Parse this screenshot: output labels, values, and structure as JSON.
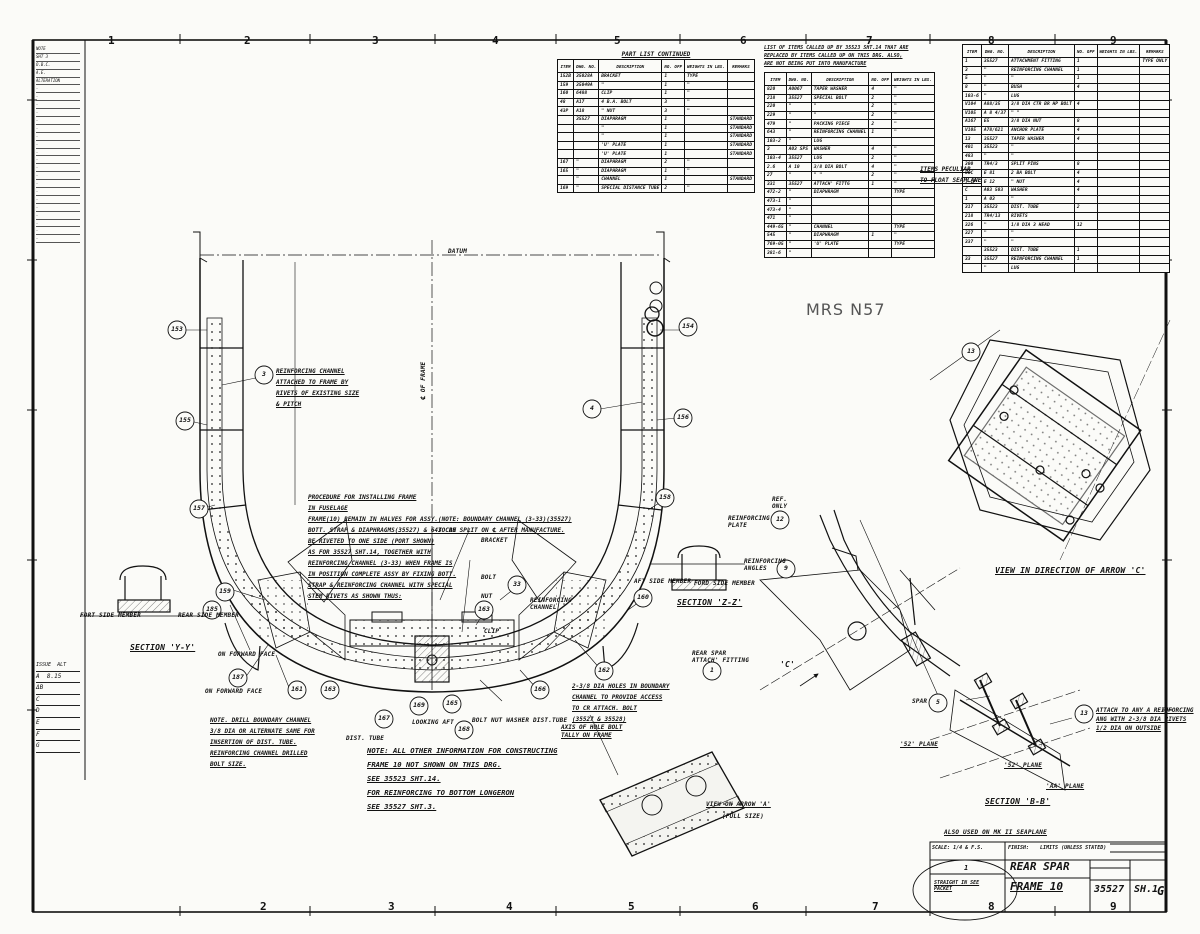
{
  "grid_numbers": [
    "1",
    "2",
    "3",
    "4",
    "5",
    "6",
    "7",
    "8",
    "9"
  ],
  "parts_list_continued": {
    "title": "PART LIST CONTINUED",
    "headers": [
      "ITEM",
      "DWG. NO.",
      "DESCRIPTION",
      "NO. OFF",
      "WEIGHTS IN LBS.",
      "REMARKS"
    ],
    "rows": [
      [
        "152B",
        "35028A",
        "BRACKET",
        "1",
        "TYPE",
        ""
      ],
      [
        "159",
        "35049A",
        "\"",
        "1",
        "\"",
        ""
      ],
      [
        "160",
        "6488",
        "CLIP",
        "1",
        "\"",
        ""
      ],
      [
        "48",
        "A17",
        "4 B.A. BOLT",
        "3",
        "\"",
        ""
      ],
      [
        "43P",
        "A18",
        "\" NUT",
        "3",
        "\"",
        ""
      ],
      [
        "",
        "35527",
        "DIAPHRAGM",
        "1",
        "",
        "STANDARD"
      ],
      [
        "",
        "",
        "\"",
        "1",
        "",
        "STANDARD"
      ],
      [
        "",
        "",
        "\"",
        "1",
        "",
        "STANDARD"
      ],
      [
        "",
        "",
        "'U' PLATE",
        "1",
        "",
        "STANDARD"
      ],
      [
        "",
        "",
        "'U' PLATE",
        "1",
        "",
        "STANDARD"
      ],
      [
        "167",
        "\"",
        "DIAPHRAGM",
        "2",
        "\"",
        ""
      ],
      [
        "165",
        "\"",
        "DIAPHRAGM",
        "1",
        "\"",
        ""
      ],
      [
        "",
        "\"",
        "CHANNEL",
        "1",
        "",
        "STANDARD"
      ],
      [
        "169",
        "\"",
        "SPECIAL DISTANCE TUBE",
        "2",
        "\"",
        ""
      ]
    ]
  },
  "list_of_items_note": "LIST OF ITEMS CALLED UP BY 35523 SHT.14 THAT ARE REPLACED BY ITEMS CALLED UP ON THIS DRG. ALSO, ARE NOT BEING PUT INTO MANUFACTURE",
  "list_of_items": {
    "headers": [
      "ITEM",
      "DWG. NO.",
      "DESCRIPTION",
      "NO. OFF",
      "WEIGHTS IN LBS."
    ],
    "rows": [
      [
        "820",
        "A0067",
        "TAPER WASHER",
        "4",
        "\""
      ],
      [
        "218",
        "35527",
        "SPECIAL BOLT",
        "2",
        "\""
      ],
      [
        "220",
        "\"",
        "\"",
        "2",
        "\""
      ],
      [
        "229",
        "\"",
        "\"",
        "2",
        "\""
      ],
      [
        "479",
        "\"",
        "PACKING PIECE",
        "2",
        "\""
      ],
      [
        "643",
        "\"",
        "REINFORCING CHANNEL",
        "1",
        "\""
      ],
      [
        "103-2",
        "\"",
        "LUG",
        "",
        ""
      ],
      [
        "3",
        "A03 SPS",
        "WASHER",
        "4",
        "\""
      ],
      [
        "103-4",
        "35527",
        "LUG",
        "2",
        "\""
      ],
      [
        "2.6",
        "A 10",
        "3/8 DIA BOLT",
        "4",
        "\""
      ],
      [
        "27",
        "\"",
        "\" \"",
        "2",
        "\""
      ],
      [
        "331",
        "35527",
        "ATTACH' FITTG",
        "1",
        "\""
      ],
      [
        "472-2",
        "\"",
        "DIAPHRAGM",
        "",
        "TYPE"
      ],
      [
        "473-1",
        "\"",
        "",
        "",
        ""
      ],
      [
        "473-4",
        "\"",
        "",
        "",
        ""
      ],
      [
        "471",
        "\"",
        "",
        "",
        ""
      ],
      [
        "449-65",
        "\"",
        "CHANNEL",
        "",
        "TYPE"
      ],
      [
        "545",
        "\"",
        "DIAPHRAGM",
        "1",
        "\""
      ],
      [
        "769-05",
        "\"",
        "'U' PLATE",
        "",
        "TYPE"
      ],
      [
        "381-6",
        "\"",
        "",
        "",
        ""
      ]
    ]
  },
  "main_parts_list": {
    "headers": [
      "ITEM",
      "DWG. NO.",
      "DESCRIPTION",
      "NO. OFF",
      "WEIGHTS IN LBS.",
      "REMARKS"
    ],
    "rows": [
      [
        "1",
        "35527",
        "ATTACHMENT FITTING",
        "1",
        "",
        "TYPE ONLY"
      ],
      [
        "3",
        "\"",
        "REINFORCING CHANNEL",
        "1",
        "",
        ""
      ],
      [
        "5",
        "\"",
        "\"",
        "1",
        "",
        ""
      ],
      [
        "8",
        "\"",
        "BUSH",
        "4",
        "",
        ""
      ],
      [
        "103-6",
        "\"",
        "LUG",
        "",
        "",
        ""
      ],
      [
        "V104",
        "A88/35",
        "3/8 DIA CTR BR HP BOLT",
        "4",
        "",
        ""
      ],
      [
        "V105",
        "A 8 4/37",
        "\" \"",
        "",
        "",
        ""
      ],
      [
        "A167",
        "E5",
        "3/8 DIA NUT",
        "8",
        "",
        ""
      ],
      [
        "V105",
        "A78/621",
        "ANCHOR PLATE",
        "4",
        "",
        ""
      ],
      [
        "13",
        "35527",
        "TAPER WASHER",
        "4",
        "",
        ""
      ],
      [
        "401",
        "35523",
        "\"",
        "",
        "",
        ""
      ],
      [
        "483",
        "\"",
        "\"",
        "",
        "",
        ""
      ],
      [
        "300",
        "TR4/3",
        "SPLIT PINS",
        "8",
        "",
        ""
      ],
      [
        "80C",
        "E 81",
        "2 BA BOLT",
        "4",
        "",
        ""
      ],
      [
        "T-CP",
        "E 12",
        "\" NUT",
        "4",
        "",
        ""
      ],
      [
        "C",
        "A03 503",
        "WASHER",
        "4",
        "",
        ""
      ],
      [
        "1",
        "A 03",
        "\"",
        "",
        "",
        ""
      ],
      [
        "317",
        "35523",
        "DIST. TUBE",
        "2",
        "",
        ""
      ],
      [
        "218",
        "TR4/13",
        "RIVETS",
        "",
        "",
        ""
      ],
      [
        "326",
        "\"",
        "1/8 DIA 3 HEAD",
        "12",
        "",
        ""
      ],
      [
        "327",
        "\"",
        "\"",
        "",
        "",
        ""
      ],
      [
        "337",
        "\"",
        "\"",
        "",
        "",
        ""
      ],
      [
        "",
        "35523",
        "DIST. TUBE",
        "1",
        "",
        ""
      ],
      [
        "33",
        "35527",
        "REINFORCING CHANNEL",
        "1",
        "",
        ""
      ],
      [
        "",
        "\"",
        "LUG",
        "",
        "",
        ""
      ]
    ]
  },
  "callouts": {
    "c153": "153",
    "c155": "155",
    "c157": "157",
    "c159": "159",
    "c185": "185",
    "c187": "187",
    "c161": "161",
    "c163a": "163",
    "c163b": "163",
    "c167": "167",
    "c169": "169",
    "c165": "165",
    "c168": "168",
    "c166": "166",
    "c162": "162",
    "c160": "160",
    "c158": "158",
    "c156": "156",
    "c154": "154",
    "c3": "3",
    "c4": "4",
    "c33": "33",
    "c9": "9",
    "c5": "5",
    "c1": "1",
    "c13a": "13",
    "c13b": "13",
    "c12": "12"
  },
  "labels": {
    "reinforcing_channel_note": [
      "REINFORCING CHANNEL",
      "ATTACHED TO FRAME BY",
      "RIVETS OF EXISTING SIZE",
      "& PITCH"
    ],
    "datum": "DATUM",
    "cl_frame": "℄ OF FRAME",
    "procedure_title": "PROCEDURE FOR INSTALLING FRAME",
    "procedure_lines": [
      "IN FUSELAGE",
      "FRAME(10) REMAIN IN HALVES FOR ASSY.",
      "BOTT. STRAP & DIAPHRAGMS(35527) & 643 CAN",
      "BE RIVETED TO ONE SIDE (PORT SHOWN)",
      "AS FOR 35527 SHT.14, TOGETHER WITH",
      "REINFORCING CHANNEL (3-33) WHEN FRAME IS",
      "IN POSITION COMPLETE ASSY BY FIXING BOTT.",
      "STRAP & REINFORCING CHANNEL WITH SPECIAL",
      "STEM RIVETS AS SHOWN THUS:"
    ],
    "boundary_note": [
      "(NOTE: BOUNDARY CHANNEL (3-33)(35527)",
      "TO BE SPLIT ON ℄ AFTER MANUFACTURE."
    ],
    "bracket": "BRACKET",
    "bolt": "BOLT",
    "nut": "NUT",
    "clip": "CLIP",
    "reinforcing_channel": "REINFORCING CHANNEL",
    "aft_side_member": "AFT SIDE MEMBER",
    "fwd_side_member": "FORD SIDE MEMBER",
    "fwd_side_member_left": "FORT SIDE MEMBER",
    "rear_side_member": "REAR SIDE MEMBER",
    "section_yy": "SECTION 'Y-Y'",
    "section_zz": "SECTION 'Z-Z'",
    "on_forward_face": "ON FORWARD FACE",
    "on_forward_face_b": "ON FORWARD FACE",
    "note_drill": [
      "NOTE. DRILL BOUNDARY CHANNEL",
      "3/8 DIA OR ALTERNATE SAME FOR",
      "INSERTION OF DIST. TUBE.",
      "REINFORCING CHANNEL DRILLED",
      "BOLT SIZE."
    ],
    "holes_note": [
      "2-3/8 DIA HOLES IN BOUNDARY",
      "CHANNEL TO PROVIDE ACCESS",
      "TO CR ATTACH. BOLT",
      "(35527 & 35528)"
    ],
    "axis_hole_note": [
      "AXIS OF HOLE BOLT",
      "TALLY ON FRAME"
    ],
    "looking_aft": "LOOKING AFT",
    "dist_tube": "DIST. TUBE",
    "bolt_nut_washer": "BOLT NUT WASHER DIST.TUBE",
    "main_note": [
      "NOTE: ALL OTHER INFORMATION FOR CONSTRUCTING",
      "FRAME 10 NOT SHOWN ON THIS DRG.",
      "SEE 35523 SHT.14.",
      "FOR REINFORCING TO BOTTOM LONGERON",
      "SEE 35527 SHT.3."
    ],
    "view_arrow_a": "VIEW ON ARROW 'A'",
    "full_size": "(FULL SIZE)",
    "reinforcing_plate": "REINFORCING PLATE",
    "reinforcing_angles": "REINFORCING ANGLES",
    "ref_only": "REF. ONLY",
    "rear_spar_fitting": "REAR SPAR ATTACH' FITTING",
    "arrow_c": "'C'",
    "view_direction_c": "VIEW IN DIRECTION OF ARROW 'C'",
    "items_peculiar": [
      "ITEMS PECULIAR",
      "TO FLOAT SEAPLANE"
    ],
    "attach_note": [
      "ATTACH TO ANY A REINFORCING",
      "ANG WITH 2-3/8 DIA RIVETS",
      "1/2 DIA ON OUTSIDE"
    ],
    "spar": "SPAR",
    "plane_52": "'52' PLANE",
    "plane_aa": "'AA' PLANE",
    "plane_52b": "'52' PLANE",
    "section_bb": "SECTION 'B-B'",
    "also_used": "ALSO USED ON MK II SEAPLANE",
    "handwritten": "MRS N57"
  },
  "title_block": {
    "title": "REAR SPAR",
    "subtitle": "FRAME 10",
    "drawing_number": "35527",
    "sheet": "SH.1",
    "scale": "SCALE: 1/4 & F.S.",
    "finish": "FINISH:",
    "limits": "LIMITS (UNLESS STATED)",
    "issue": "G",
    "no_off": "1",
    "stamp": "STRAIGHT IN SEE PACKET"
  },
  "revision_codes": [
    "A",
    "ΔB",
    "C",
    "D",
    "E",
    "F",
    "G"
  ],
  "revision_dates": [
    "8.15",
    "",
    "",
    "",
    "",
    "",
    ""
  ]
}
